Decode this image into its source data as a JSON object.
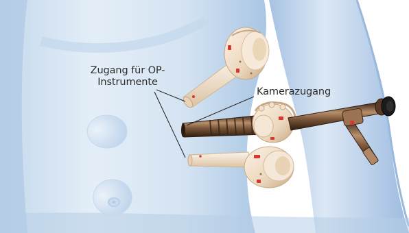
{
  "labels": {
    "instruments_line1": "Zugang für OP-",
    "instruments_line2": "Instrumente",
    "camera": "Kamerazugang"
  },
  "colors": {
    "background": "#ffffff",
    "skin_light": "#dde9f4",
    "skin_mid": "#b5cfe8",
    "skin_dark": "#8fb2d8",
    "port_body": "#f1e2cf",
    "port_shadow": "#cdb08f",
    "port_red": "#d63a2e",
    "scope_metal": "#6b4a33",
    "scope_highlight": "#b38b68",
    "text": "#2b2b2b"
  },
  "icons": {
    "upper_trocar": "upper-trocar-port-icon",
    "lower_trocar": "lower-trocar-port-icon",
    "camera_trocar": "camera-trocar-port-icon",
    "laparoscope": "laparoscope-icon"
  }
}
